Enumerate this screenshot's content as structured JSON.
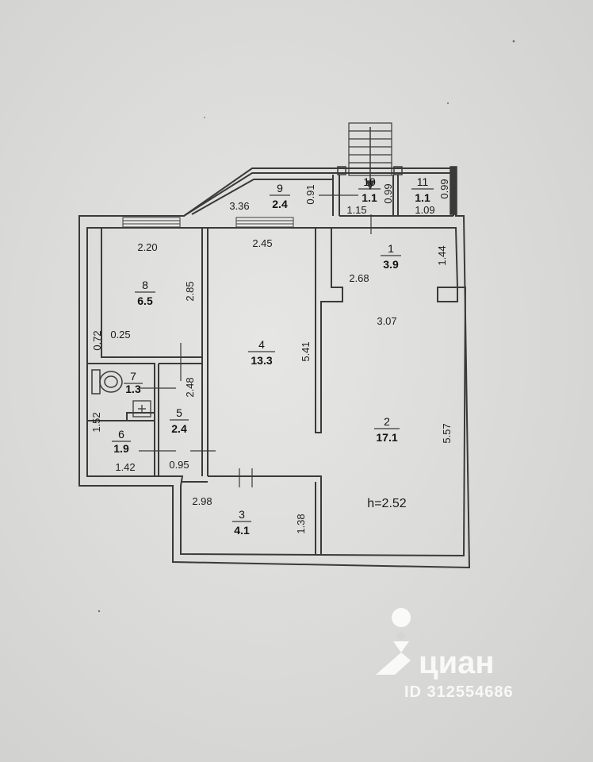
{
  "rooms": [
    {
      "number": "1",
      "area": "3.9"
    },
    {
      "number": "2",
      "area": "17.1"
    },
    {
      "number": "3",
      "area": "4.1"
    },
    {
      "number": "4",
      "area": "13.3"
    },
    {
      "number": "5",
      "area": "2.4"
    },
    {
      "number": "6",
      "area": "1.9"
    },
    {
      "number": "7",
      "area": "1.3"
    },
    {
      "number": "8",
      "area": "6.5"
    },
    {
      "number": "9",
      "area": "2.4"
    },
    {
      "number": "10",
      "area": "1.1"
    },
    {
      "number": "11",
      "area": "1.1"
    }
  ],
  "dimensions": {
    "d_3_36": "3.36",
    "d_0_91": "0.91",
    "d_1_15": "1.15",
    "d_0_99_a": "0.99",
    "d_1_09": "1.09",
    "d_0_99_b": "0.99",
    "d_2_20": "2.20",
    "d_2_45": "2.45",
    "d_1_44": "1.44",
    "d_2_68": "2.68",
    "d_2_85": "2.85",
    "d_0_72": "0.72",
    "d_0_25": "0.25",
    "d_3_07": "3.07",
    "d_5_41": "5.41",
    "d_2_48": "2.48",
    "d_1_52": "1.52",
    "d_1_42": "1.42",
    "d_0_95": "0.95",
    "d_5_57": "5.57",
    "d_2_98": "2.98",
    "d_1_38": "1.38"
  },
  "ceiling_height": "h=2.52",
  "watermark": {
    "brand": "циан",
    "listing_id": "ID 312554686",
    "icon": "location-pin-icon"
  },
  "colors": {
    "paper": "#dcdcda",
    "wall": "#3a3a3a",
    "watermark": "#ffffff"
  }
}
